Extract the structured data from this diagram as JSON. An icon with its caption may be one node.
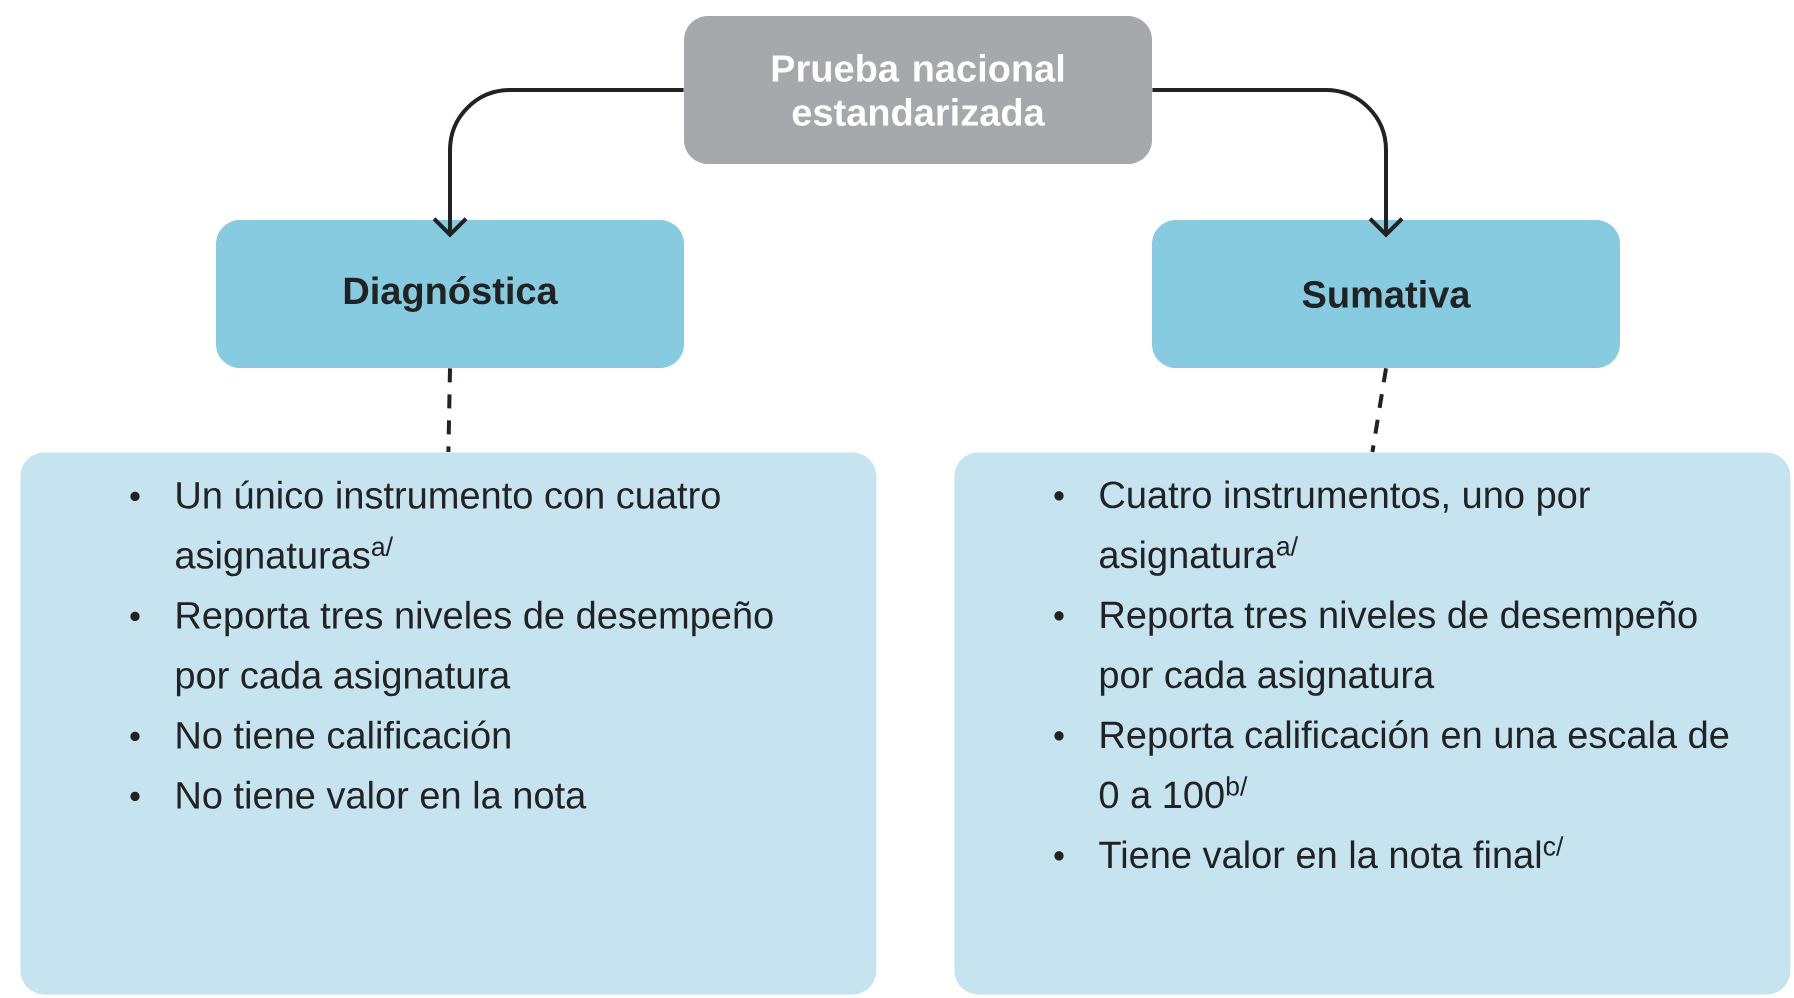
{
  "diagram": {
    "nodes": [
      {
        "text": [
          "Prueba nacional estandarizada"
        ]
      },
      {
        "text": [
          "Diagnóstica"
        ]
      },
      {
        "text": [
          "Sumativa"
        ]
      },
      {
        "text": [
          "Un único instrumento con cuatro asignaturas$^{a/}$",
          "Reporta tres niveles de desempeño por cada asignatura",
          "No tiene calificación",
          "No tiene valor en la nota"
        ]
      },
      {
        "text": [
          "Cuatro instrumentos, uno por asignatura$^{a/}$",
          "Reporta tres niveles de desempeño por cada asignatura",
          "Reporta calificación en una escala de 0 a 100$^{b/}$",
          "Tiene valor en la nota final$^{c/}$"
        ]
      }
    ],
    "edges": [
      {
        "from": 0,
        "to": 1,
        "arrow": "to"
      },
      {
        "from": 0,
        "to": 2,
        "arrow": "to"
      },
      {
        "from": 1,
        "to": 3,
        "arrow": "none",
        "style": "dashed"
      },
      {
        "from": 2,
        "to": 4,
        "arrow": "none",
        "style": "dashed"
      }
    ]
  }
}
